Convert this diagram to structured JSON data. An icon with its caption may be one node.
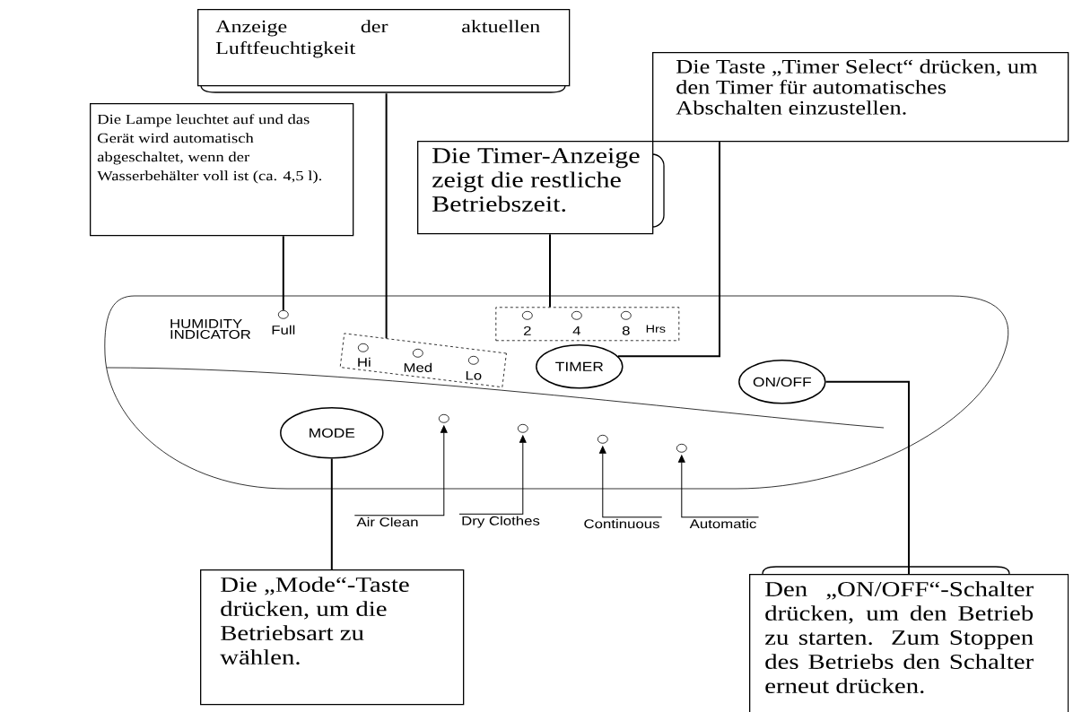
{
  "diagram": {
    "nodes": [
      {
        "text": [
          "Anzeige der aktuellen Luftfeuchtigkeit"
        ]
      },
      {
        "text": [
          "Die Lampe leuchtet auf und das Gerät wird automatisch abgeschaltet, wenn der Wasserbehälter voll ist (ca. 4,5 l)."
        ]
      },
      {
        "text": [
          "Die Timer-Anzeige zeigt die restliche Betriebszeit."
        ]
      },
      {
        "text": [
          "Die Taste „Timer Select“ drücken, um den Timer für automatisches Abschalten einzustellen."
        ]
      },
      {
        "text": [
          "HUMIDITY INDICATOR"
        ]
      },
      {
        "text": [],
        "shape": "circle",
        "beside": [
          "Full"
        ],
        "in": 4
      },
      {
        "text": [
          "Hi",
          "Med",
          "Lo"
        ],
        "in": 4
      },
      {
        "text": [
          "2",
          "4",
          "8",
          "Hrs"
        ],
        "in": 4
      },
      {
        "text": [
          "TIMER"
        ],
        "in": 4
      },
      {
        "text": [
          "ON/OFF"
        ],
        "in": 4
      },
      {
        "text": [
          "MODE"
        ],
        "in": 4
      },
      {
        "text": [],
        "shape": "circle",
        "in": 4
      },
      {
        "text": [],
        "shape": "circle",
        "in": 4
      },
      {
        "text": [],
        "shape": "circle",
        "in": 4
      },
      {
        "text": [],
        "shape": "circle",
        "in": 4
      },
      {
        "text": [
          "Air Clean"
        ]
      },
      {
        "text": [
          "Dry Clothes"
        ]
      },
      {
        "text": [
          "Continuous"
        ]
      },
      {
        "text": [
          "Automatic"
        ]
      },
      {
        "text": [
          "Die „Mode“-Taste drücken, um die Betriebsart zu wählen."
        ]
      },
      {
        "text": [
          "Den „ON/OFF“-Schalter drücken, um den Betrieb zu starten. Zum Stoppen des Betriebs den Schalter erneut drücken."
        ]
      }
    ],
    "edges": [
      {
        "from": 1,
        "to": 5,
        "arrow": "none"
      },
      {
        "from": 0,
        "to": 6,
        "arrow": "none"
      },
      {
        "from": 2,
        "to": 7,
        "arrow": "none"
      },
      {
        "from": 3,
        "to": 8,
        "arrow": "none"
      },
      {
        "from": 9,
        "to": 20,
        "arrow": "none"
      },
      {
        "from": 10,
        "to": 19,
        "arrow": "none"
      },
      {
        "from": 15,
        "to": 11,
        "arrow": "to"
      },
      {
        "from": 16,
        "to": 12,
        "arrow": "to"
      },
      {
        "from": 17,
        "to": 13,
        "arrow": "to"
      },
      {
        "from": 18,
        "to": 14,
        "arrow": "to"
      }
    ]
  }
}
